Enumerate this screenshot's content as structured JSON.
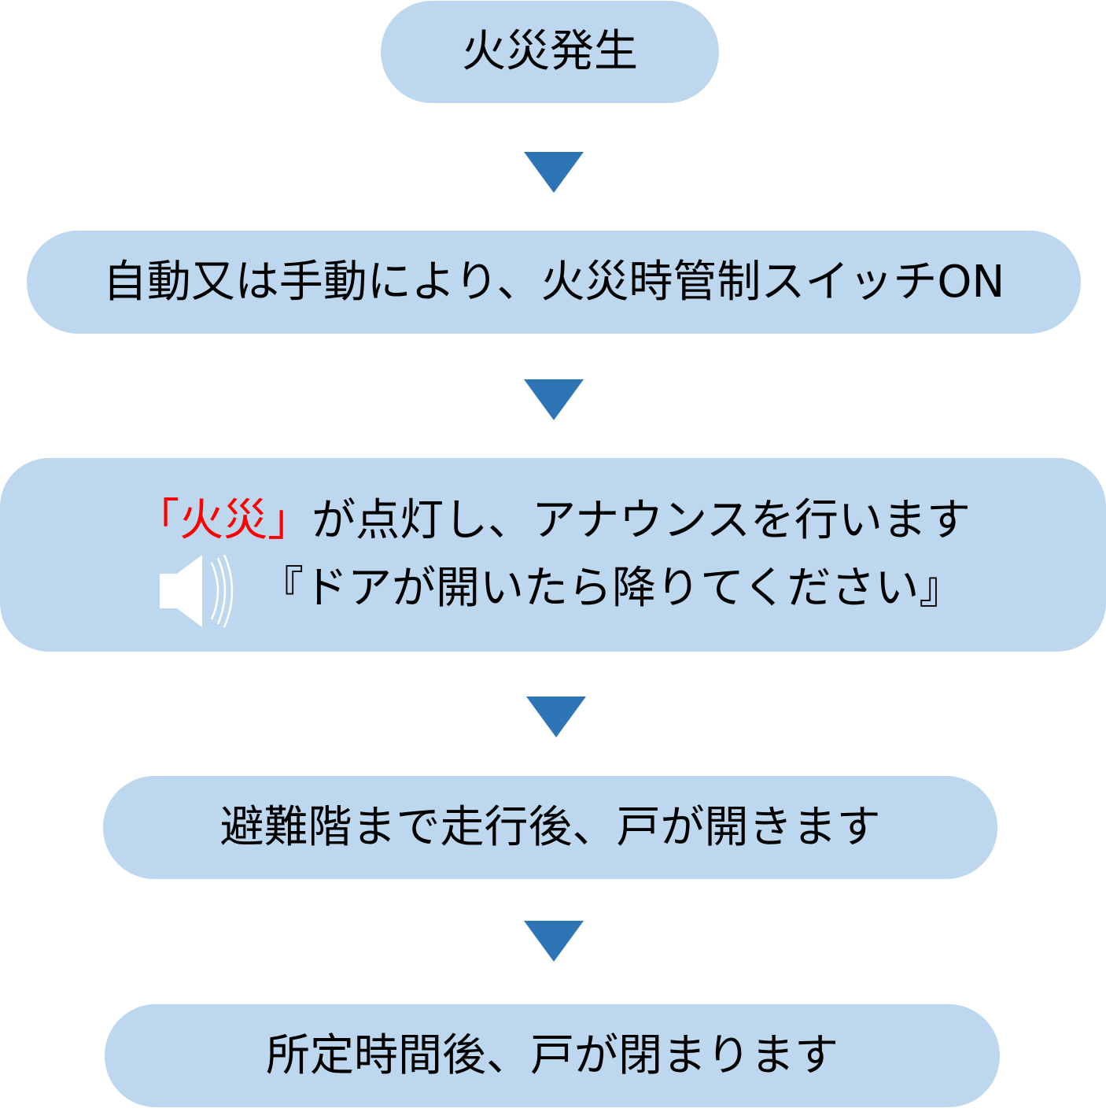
{
  "nodes": {
    "fire": "火災発生",
    "switch": "自動又は手動により、火災時管制スイッチON",
    "announce": {
      "highlight": "「火災」",
      "line1_rest": "が点灯し、アナウンスを行います",
      "line2": "『ドアが開いたら降りてください』"
    },
    "evac": "避難階まで走行後、戸が開きます",
    "close": "所定時間後、戸が閉まります"
  },
  "colors": {
    "node_fill": "#bdd7ee",
    "arrow": "#2e75b6",
    "highlight": "#ff0000"
  },
  "icons": {
    "speaker": "speaker-icon"
  }
}
